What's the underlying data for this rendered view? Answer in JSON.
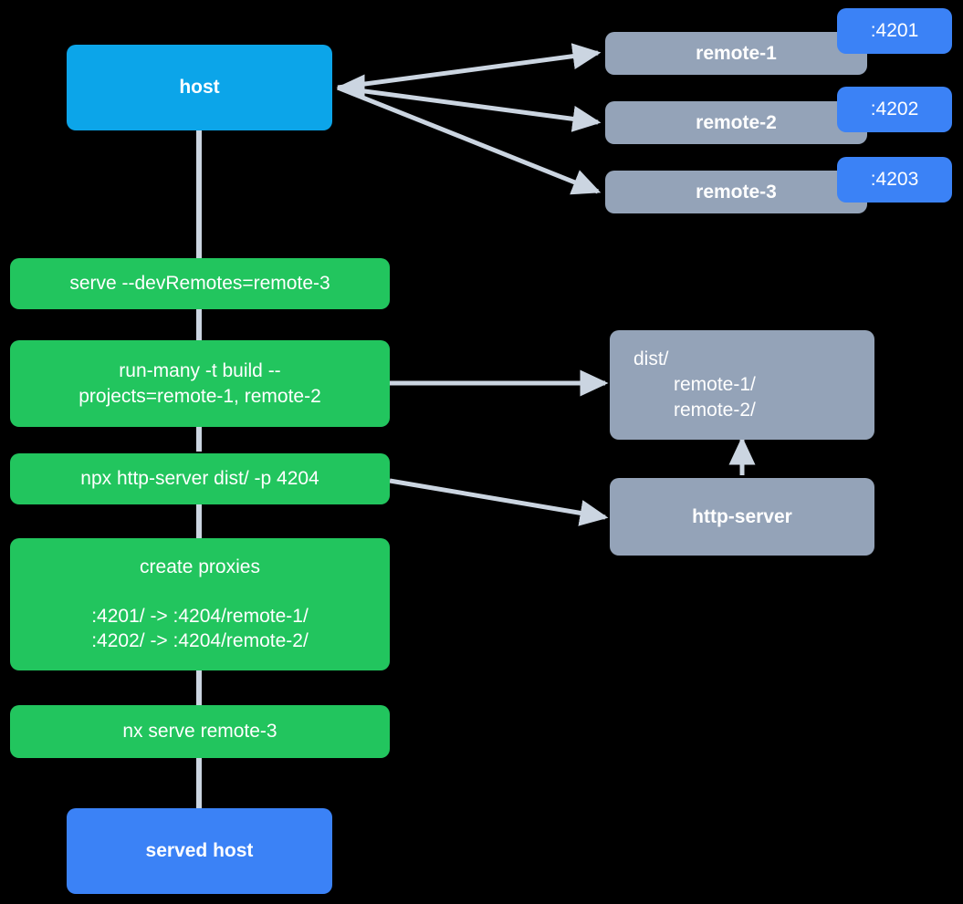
{
  "diagram": {
    "title": "Nx module federation host and remotes serve flow",
    "background_color": "#000000",
    "colors": {
      "host": "#0CA5E9",
      "served_host": "#3B82F6",
      "remote": "#94A3B8",
      "command": "#22C55E",
      "artifact": "#94A3B8",
      "badge": "#3B82F6",
      "edge": "#CBD5E1",
      "text": "#FFFFFF"
    }
  },
  "nodes": {
    "host": {
      "label": "host"
    },
    "served_host": {
      "label": "served host"
    },
    "remotes": [
      {
        "label": "remote-1",
        "port": ":4201"
      },
      {
        "label": "remote-2",
        "port": ":4202"
      },
      {
        "label": "remote-3",
        "port": ":4203"
      }
    ],
    "commands": [
      {
        "id": "serve",
        "line1": "serve --devRemotes=remote-3"
      },
      {
        "id": "run-many",
        "line1": "run-many -t build --",
        "line2": "projects=remote-1, remote-2"
      },
      {
        "id": "http-server-cmd",
        "line1": "npx http-server dist/ -p 4204"
      },
      {
        "id": "create-proxies",
        "title": "create proxies",
        "line1": ":4201/ -> :4204/remote-1/",
        "line2": ":4202/ -> :4204/remote-2/"
      },
      {
        "id": "nx-serve-remote-3",
        "line1": "nx serve remote-3"
      }
    ],
    "artifacts": [
      {
        "id": "dist",
        "root": "dist/",
        "children": [
          "remote-1/",
          "remote-2/"
        ]
      },
      {
        "id": "http-server",
        "label": "http-server"
      }
    ]
  },
  "edges": [
    {
      "from": "host",
      "to": "remote-1",
      "kind": "arrow"
    },
    {
      "from": "host",
      "to": "remote-2",
      "kind": "arrow"
    },
    {
      "from": "host",
      "to": "remote-3",
      "kind": "arrow"
    },
    {
      "from": "host",
      "to": "serve",
      "kind": "line"
    },
    {
      "from": "serve",
      "to": "run-many",
      "kind": "line"
    },
    {
      "from": "run-many",
      "to": "http-server-cmd",
      "kind": "line"
    },
    {
      "from": "http-server-cmd",
      "to": "create-proxies",
      "kind": "line"
    },
    {
      "from": "create-proxies",
      "to": "nx-serve-remote-3",
      "kind": "line"
    },
    {
      "from": "nx-serve-remote-3",
      "to": "served host",
      "kind": "line"
    },
    {
      "from": "run-many",
      "to": "dist",
      "kind": "arrow"
    },
    {
      "from": "http-server-cmd",
      "to": "http-server",
      "kind": "arrow"
    },
    {
      "from": "http-server",
      "to": "dist",
      "kind": "arrow"
    }
  ]
}
